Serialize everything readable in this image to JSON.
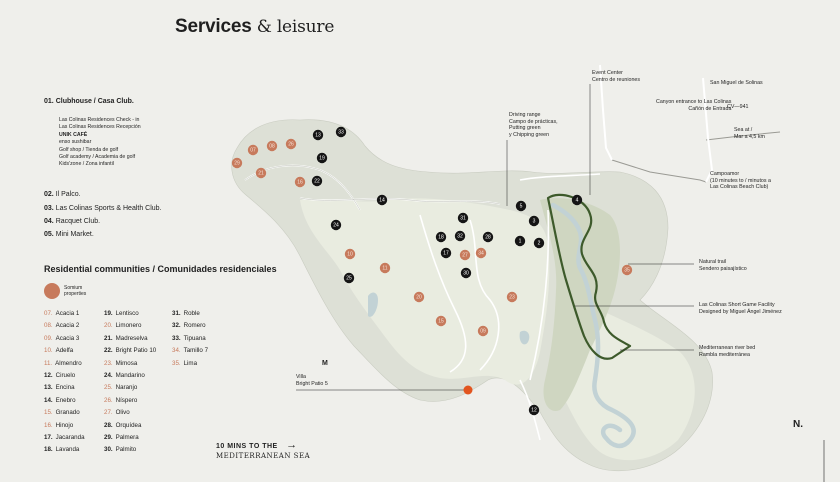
{
  "title": {
    "bold": "Services",
    "rest": "& leisure"
  },
  "services": [
    {
      "num": "01.",
      "label": "Clubhouse / Casa Club."
    },
    {
      "num": "02.",
      "label": "Il Palco."
    },
    {
      "num": "03.",
      "label": "Las Colinas Sports & Health Club."
    },
    {
      "num": "04.",
      "label": "Racquet Club."
    },
    {
      "num": "05.",
      "label": "Mini Market."
    }
  ],
  "clubhouse_sub": [
    "Las Colinas Residences Check - in",
    "Las Colinas Residences Recepción",
    "UNIK CAFÉ",
    "enso sushibar",
    "Golf shop / Tienda de golf",
    "Golf academy / Academia de golf",
    "Kids'zone / Zona infantil"
  ],
  "residential_title": "Residential communities / Comunidades residenciales",
  "legend": {
    "label": "Somium properties",
    "color": "#c77a5c"
  },
  "communities": [
    {
      "num": "07.",
      "name": "Acacia 1",
      "somium": true
    },
    {
      "num": "08.",
      "name": "Acacia 2",
      "somium": true
    },
    {
      "num": "09.",
      "name": "Acacia 3",
      "somium": true
    },
    {
      "num": "10.",
      "name": "Adelfa",
      "somium": true
    },
    {
      "num": "11.",
      "name": "Almendro",
      "somium": true
    },
    {
      "num": "12.",
      "name": "Ciruelo",
      "somium": false
    },
    {
      "num": "13.",
      "name": "Encina",
      "somium": false
    },
    {
      "num": "14.",
      "name": "Enebro",
      "somium": false
    },
    {
      "num": "15.",
      "name": "Granado",
      "somium": true
    },
    {
      "num": "16.",
      "name": "Hinojo",
      "somium": true
    },
    {
      "num": "17.",
      "name": "Jacaranda",
      "somium": false
    },
    {
      "num": "18.",
      "name": "Lavanda",
      "somium": false
    },
    {
      "num": "19.",
      "name": "Lentisco",
      "somium": false
    },
    {
      "num": "20.",
      "name": "Limonero",
      "somium": true
    },
    {
      "num": "21.",
      "name": "Madreselva",
      "somium": false
    },
    {
      "num": "22.",
      "name": "Bright Patio 10",
      "somium": false
    },
    {
      "num": "23.",
      "name": "Mimosa",
      "somium": true
    },
    {
      "num": "24.",
      "name": "Mandarino",
      "somium": false
    },
    {
      "num": "25.",
      "name": "Naranjo",
      "somium": true
    },
    {
      "num": "26.",
      "name": "Níspero",
      "somium": true
    },
    {
      "num": "27.",
      "name": "Olivo",
      "somium": true
    },
    {
      "num": "28.",
      "name": "Orquídea",
      "somium": false
    },
    {
      "num": "29.",
      "name": "Palmera",
      "somium": false
    },
    {
      "num": "30.",
      "name": "Palmito",
      "somium": false
    },
    {
      "num": "31.",
      "name": "Roble",
      "somium": false
    },
    {
      "num": "32.",
      "name": "Romero",
      "somium": false
    },
    {
      "num": "33.",
      "name": "Tipuana",
      "somium": false
    },
    {
      "num": "34.",
      "name": "Tamillo 7",
      "somium": true
    },
    {
      "num": "35.",
      "name": "Lima",
      "somium": true
    }
  ],
  "map_labels": {
    "event_center": [
      "Event Center",
      "Centro de reuniones"
    ],
    "san_miguel": "San Miguel de Solinas",
    "canyon": [
      "Canyon entrance to Las Colinas",
      "Cañón de Entrada"
    ],
    "cv941": "CV—941",
    "sea_at": [
      "Sea at /",
      "Mar a 4,5 km"
    ],
    "campoamor": [
      "Campoamor",
      "(10 minutes to / minutos a",
      "Las Colinas Beach Club)"
    ],
    "driving_range": [
      "Driving range",
      "Campo de prácticas,",
      "Putting green",
      "y Chipping green"
    ],
    "natural_trail": [
      "Natural trail",
      "Sendero paisajístico"
    ],
    "short_game": [
      "Las Colinas Short Game Facility",
      "Designed by Miguel Ángel Jiménez"
    ],
    "river_bed": [
      "Mediterranean river bed",
      "Rambla mediterránea"
    ],
    "villa": [
      "Villa",
      "Bright Patio 5"
    ]
  },
  "ten_mins": {
    "line1": "10 MINS TO THE",
    "line2": "MEDITERRANEAN SEA",
    "arrow": "→"
  },
  "m_label": "M",
  "north": "N.",
  "map_markers": [
    {
      "n": "13",
      "type": "service"
    },
    {
      "n": "33",
      "type": "service"
    },
    {
      "n": "29",
      "type": "somium"
    },
    {
      "n": "07",
      "type": "somium"
    },
    {
      "n": "08",
      "type": "somium"
    },
    {
      "n": "26",
      "type": "somium"
    },
    {
      "n": "21",
      "type": "somium"
    },
    {
      "n": "19",
      "type": "service"
    },
    {
      "n": "16",
      "type": "somium"
    },
    {
      "n": "22",
      "type": "service"
    },
    {
      "n": "24",
      "type": "service"
    },
    {
      "n": "14",
      "type": "service"
    },
    {
      "n": "5",
      "type": "service"
    },
    {
      "n": "3",
      "type": "service"
    },
    {
      "n": "4",
      "type": "service"
    },
    {
      "n": "1",
      "type": "service"
    },
    {
      "n": "2",
      "type": "service"
    },
    {
      "n": "31",
      "type": "service"
    },
    {
      "n": "18",
      "type": "service"
    },
    {
      "n": "32",
      "type": "service"
    },
    {
      "n": "17",
      "type": "service"
    },
    {
      "n": "34",
      "type": "somium"
    },
    {
      "n": "27",
      "type": "somium"
    },
    {
      "n": "28",
      "type": "service"
    },
    {
      "n": "30",
      "type": "service"
    },
    {
      "n": "20",
      "type": "somium"
    },
    {
      "n": "23",
      "type": "somium"
    },
    {
      "n": "09",
      "type": "somium"
    },
    {
      "n": "15",
      "type": "somium"
    },
    {
      "n": "11",
      "type": "somium"
    },
    {
      "n": "25",
      "type": "service"
    },
    {
      "n": "10",
      "type": "somium"
    },
    {
      "n": "35",
      "type": "somium"
    },
    {
      "n": "12",
      "type": "service"
    }
  ],
  "colors": {
    "somium": "#c77a5c",
    "service": "#151515",
    "trail": "#3d5a2b",
    "villa": "#e2551f",
    "land": "#dde0d6",
    "course": "#e9ece0",
    "water": "#c2d2d5"
  }
}
